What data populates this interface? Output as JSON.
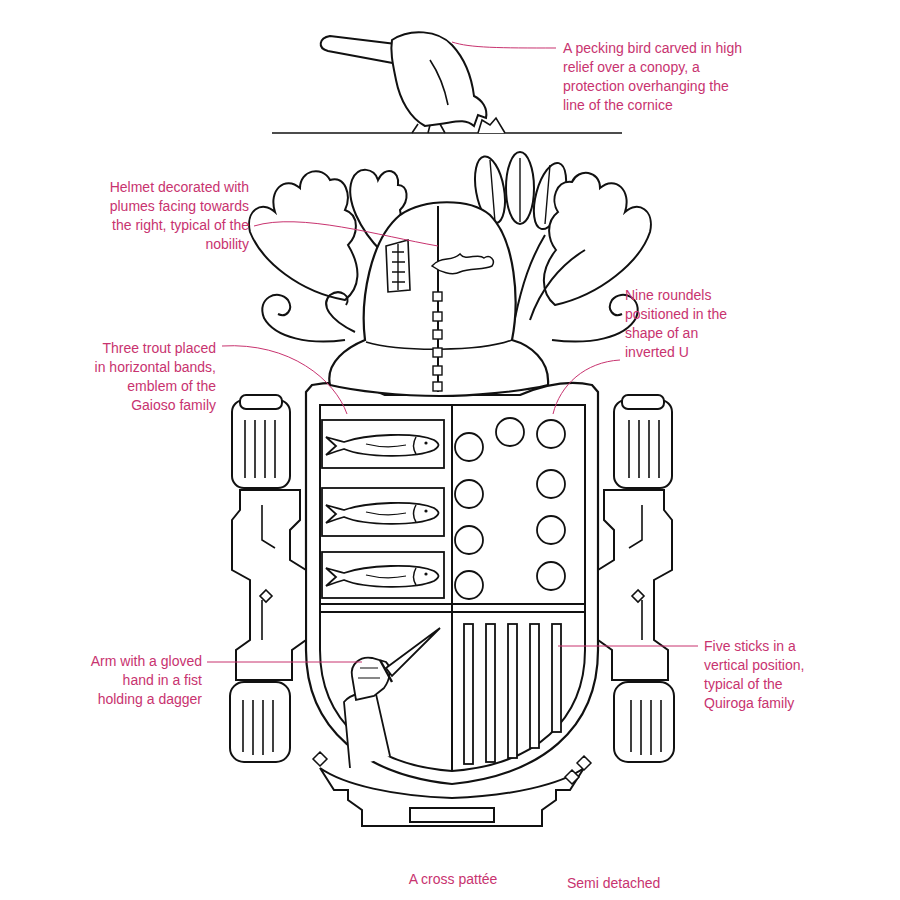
{
  "diagram": {
    "labels": [
      "A pecking bird carved in high relief over a conopy, a protection overhanging the line of the cornice",
      "Helmet decorated with plumes facing towards the right, typical of the nobility",
      "Nine roundels positioned in the shape of an inverted U",
      "Three trout placed in horizontal bands, emblem of the Gaioso family",
      "Arm with a gloved hand in a fist holding a dagger",
      "Five sticks in a vertical position, typical of the Quiroga family",
      "A cross pattée",
      "Semi detached"
    ]
  }
}
